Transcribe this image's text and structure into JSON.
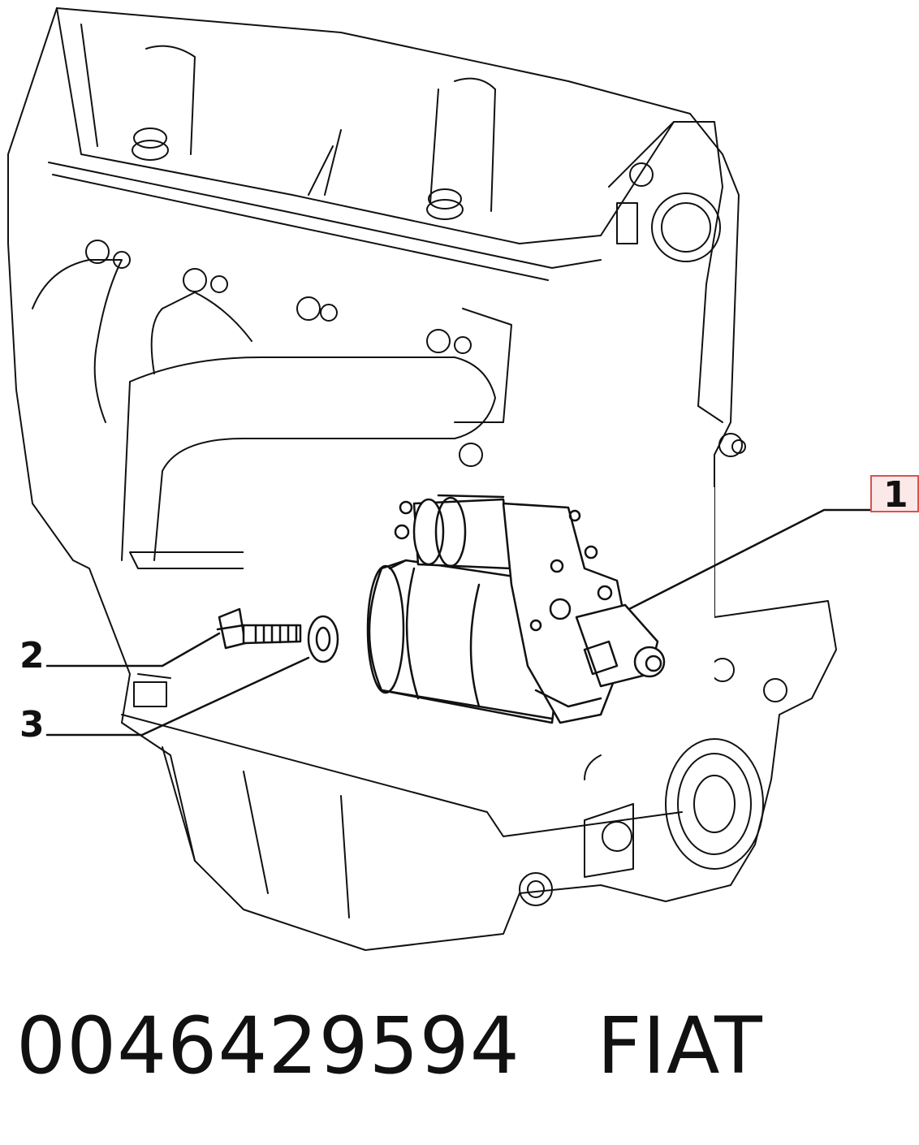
{
  "callouts": [
    {
      "id": "1",
      "label": "1",
      "highlighted": true,
      "highlight_color": "#d9534f"
    },
    {
      "id": "2",
      "label": "2"
    },
    {
      "id": "3",
      "label": "3"
    }
  ],
  "caption": {
    "part_number": "0046429594",
    "brand": "FIAT"
  },
  "colors": {
    "line": "#111111",
    "highlight": "#d9534f",
    "background": "#ffffff"
  }
}
